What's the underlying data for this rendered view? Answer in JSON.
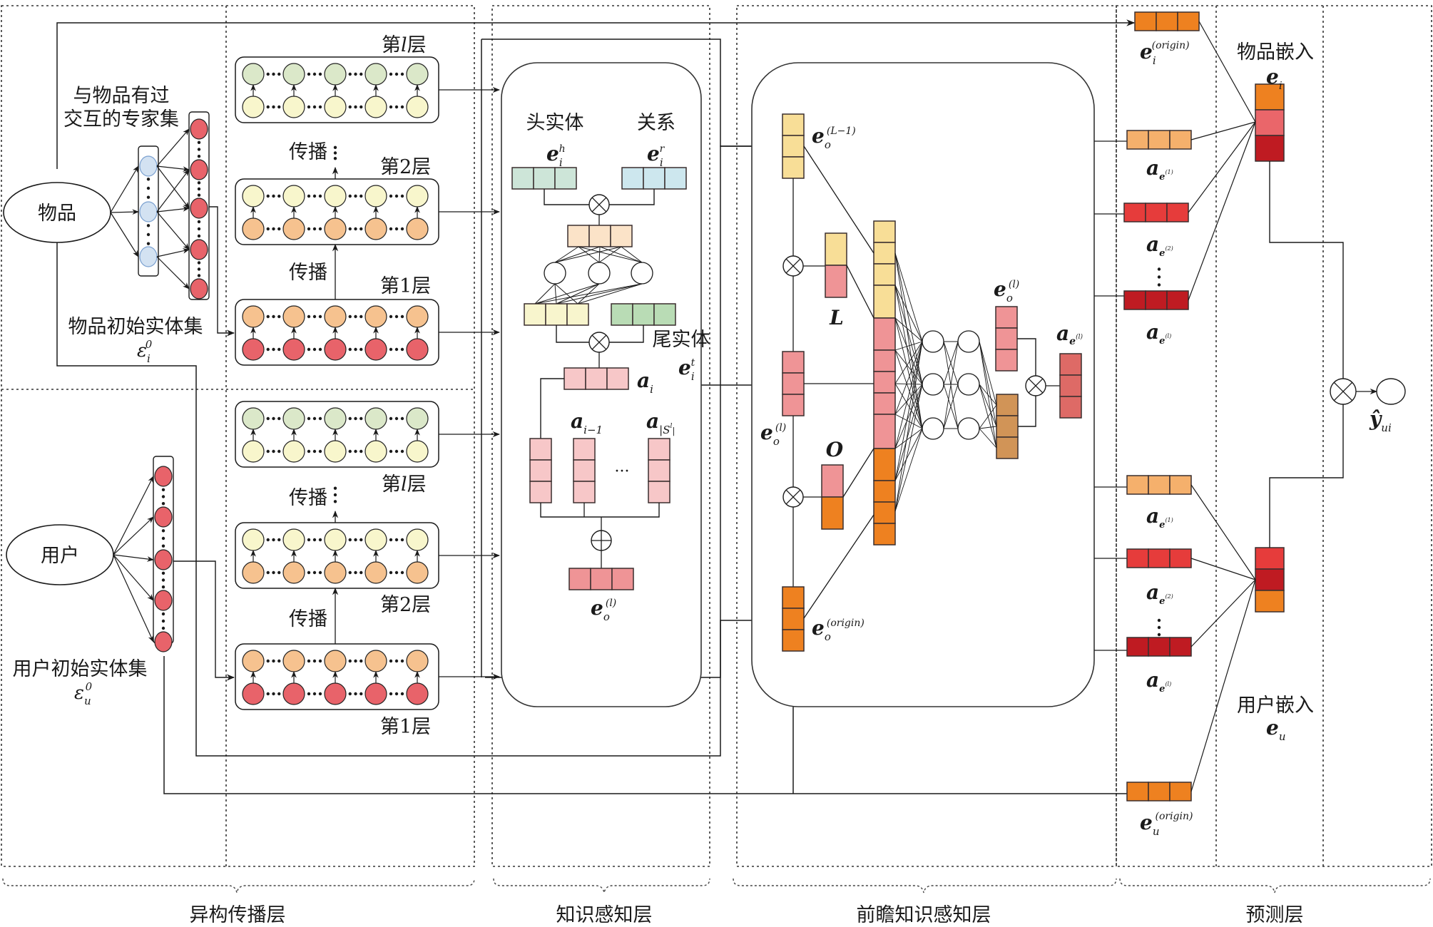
{
  "figure": {
    "sections": [
      {
        "id": "hetero",
        "label": "异构传播层"
      },
      {
        "id": "knowledge",
        "label": "知识感知层"
      },
      {
        "id": "lookahead",
        "label": "前瞻知识感知层"
      },
      {
        "id": "predict",
        "label": "预测层"
      }
    ],
    "hetero": {
      "item_node": "物品",
      "user_node": "用户",
      "expert_set": "与物品有过交互的专家集",
      "expert_set_line1": "与物品有过",
      "expert_set_line2": "交互的专家集",
      "item_init_set": "物品初始实体集",
      "item_init_symbol": "ε",
      "item_init_sub": "i",
      "item_init_sup": "0",
      "user_init_set": "用户初始实体集",
      "user_init_symbol": "ε",
      "user_init_sub": "u",
      "user_init_sup": "0",
      "propagate": "传播",
      "layer_l": "第l层",
      "layer_l_prefix": "第",
      "layer_l_var": "l",
      "layer_l_suffix": "层",
      "layer_2": "第2层",
      "layer_1": "第1层",
      "nodes_per_row": 5
    },
    "knowledge": {
      "head_entity": "头实体",
      "relation": "关系",
      "tail_entity": "尾实体",
      "head_symbol": "e",
      "head_sub": "i",
      "head_sup": "h",
      "rel_symbol": "e",
      "rel_sub": "i",
      "rel_sup": "r",
      "tail_symbol": "e",
      "tail_sub": "i",
      "tail_sup": "t",
      "ai_symbol": "a",
      "ai_sub": "i",
      "ai1_symbol": "a",
      "ai1_sub": "i−1",
      "aS_symbol": "a",
      "aS_sub": "|S",
      "aS_subsup": "l",
      "aS_subsub": "o",
      "ellipsis": "···",
      "out_symbol": "e",
      "out_sub": "o",
      "out_sup": "(l)"
    },
    "lookahead": {
      "prev_symbol": "e",
      "prev_sub": "o",
      "prev_sup": "(L−1)",
      "cur_symbol": "e",
      "cur_sub": "o",
      "cur_sup": "(l)",
      "origin_symbol": "e",
      "origin_sub": "o",
      "origin_sup": "(origin)",
      "L_label": "L",
      "O_label": "O",
      "el_symbol": "e",
      "el_sub": "o",
      "el_sup": "(l)",
      "att_symbol": "a",
      "att_sub": "e",
      "att_subsub": "o",
      "att_subsup": "(l)"
    },
    "predict": {
      "item_embed_label": "物品嵌入",
      "item_embed_symbol": "e",
      "item_embed_sub": "i",
      "user_embed_label": "用户嵌入",
      "user_embed_symbol": "e",
      "user_embed_sub": "u",
      "item_origin_symbol": "e",
      "item_origin_sub": "i",
      "item_origin_sup": "(origin)",
      "user_origin_symbol": "e",
      "user_origin_sub": "u",
      "user_origin_sup": "(origin)",
      "item_att": [
        {
          "symbol": "a",
          "sub": "e",
          "subsub": "i",
          "subsup": "(1)"
        },
        {
          "symbol": "a",
          "sub": "e",
          "subsub": "i",
          "subsup": "(2)"
        },
        {
          "symbol": "a",
          "sub": "e",
          "subsub": "i",
          "subsup": "(l)"
        }
      ],
      "user_att": [
        {
          "symbol": "a",
          "sub": "e",
          "subsub": "u",
          "subsup": "(1)"
        },
        {
          "symbol": "a",
          "sub": "e",
          "subsub": "u",
          "subsup": "(2)"
        },
        {
          "symbol": "a",
          "sub": "e",
          "subsub": "u",
          "subsup": "(l)"
        }
      ],
      "output_symbol": "ŷ",
      "output_sub": "ui"
    },
    "colors": {
      "red_node": "#e8636a",
      "orange_node": "#f6c28f",
      "yellow_node": "#f8f6cc",
      "green_node": "#dbe8c9",
      "blue_node": "#d3e2f2",
      "head_green": "#cde5d8",
      "rel_blue": "#cde7ee",
      "peach": "#fbe3c8",
      "light_yellow": "#f8f5cd",
      "mid_green": "#b9dcb5",
      "light_pink": "#f7c7c8",
      "pink": "#ef9496",
      "sand": "#f8de97",
      "orange": "#ee8120",
      "tan": "#d19457",
      "rose": "#de6a66",
      "light_orange": "#f5b06c",
      "bright_red": "#e63c3b",
      "dark_red": "#bf1b22",
      "item_mid": "#ea666a"
    }
  }
}
